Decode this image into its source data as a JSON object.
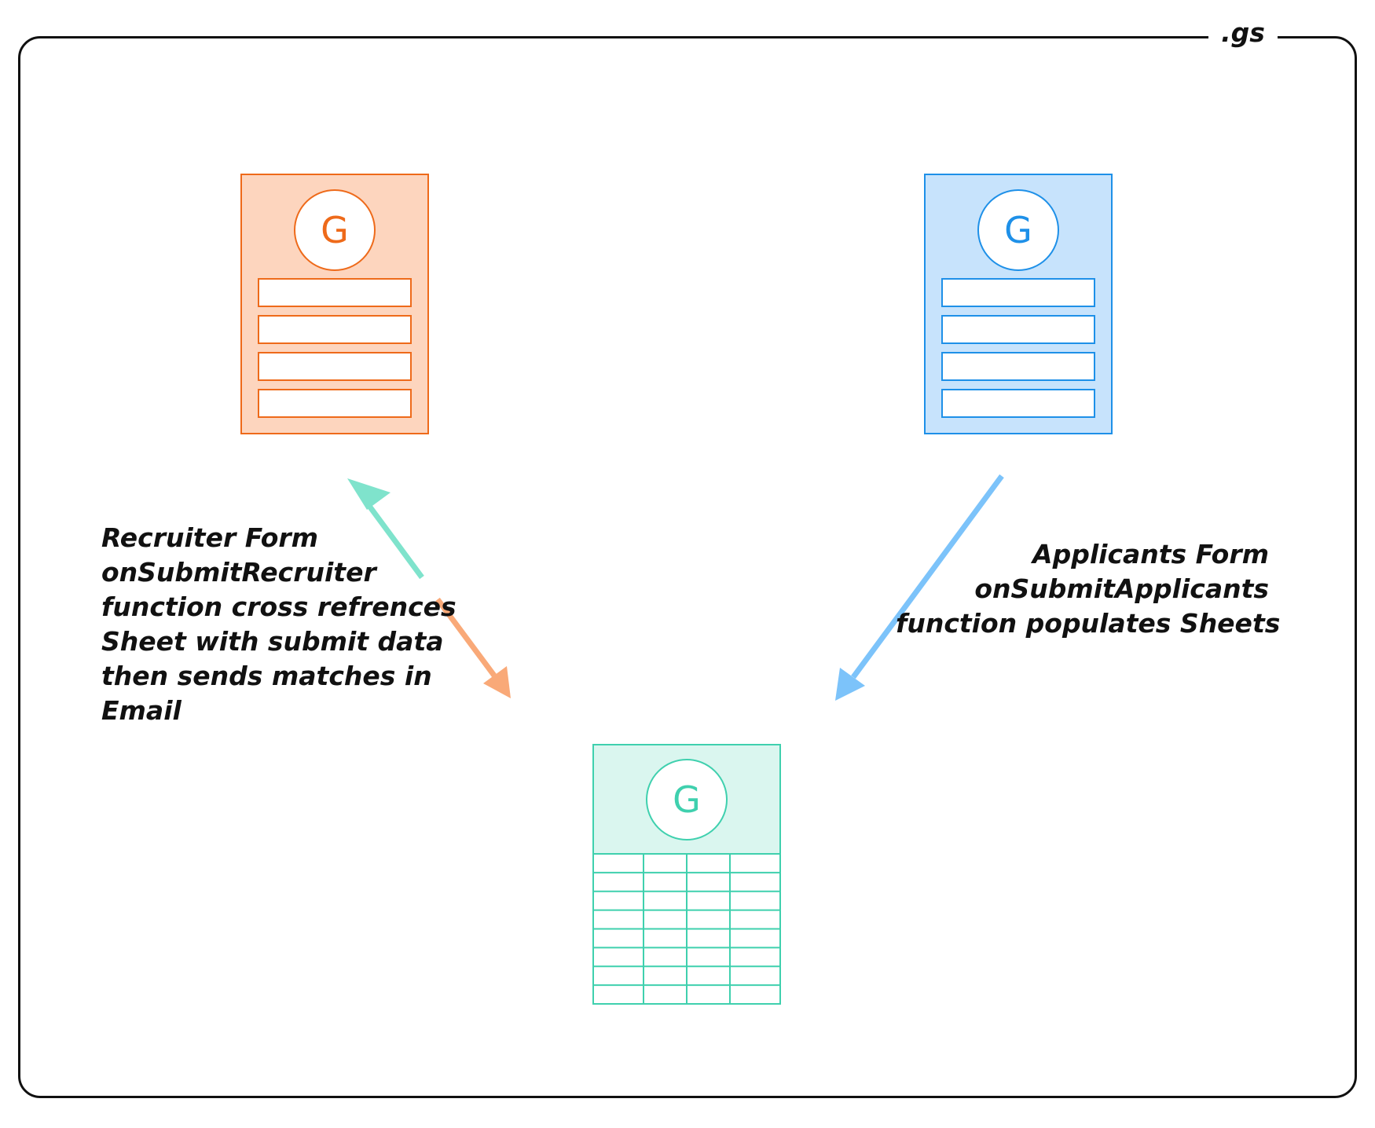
{
  "frame": {
    "label": ".gs"
  },
  "nodes": {
    "recruiter_form": {
      "icon_letter": "G",
      "icon": "google-forms-document-icon",
      "stroke": "#EE6A1A",
      "fill": "#FDD5BE"
    },
    "applicants_form": {
      "icon_letter": "G",
      "icon": "google-forms-document-icon",
      "stroke": "#1E90E8",
      "fill": "#C7E3FC"
    },
    "sheet": {
      "icon_letter": "G",
      "icon": "google-sheets-spreadsheet-icon",
      "stroke": "#3FD0AE",
      "fill": "#DAF6EF"
    }
  },
  "captions": {
    "recruiter": {
      "lines": [
        "Recruiter Form",
        "onSubmitRecruiter",
        "function cross refrences",
        "Sheet with submit data",
        "then sends matches in",
        "Email"
      ]
    },
    "applicants": {
      "lines": [
        "Applicants Form",
        "onSubmitApplicants",
        "function populates Sheets"
      ]
    }
  },
  "arrows": {
    "sheet_to_recruiter": {
      "color": "#7FE3CC"
    },
    "recruiter_to_sheet": {
      "color": "#F9A978"
    },
    "applicants_to_sheet": {
      "color": "#7CC3FA"
    }
  },
  "colors": {
    "frame_border": "#111111",
    "text": "#111111",
    "background": "#FFFFFF"
  }
}
